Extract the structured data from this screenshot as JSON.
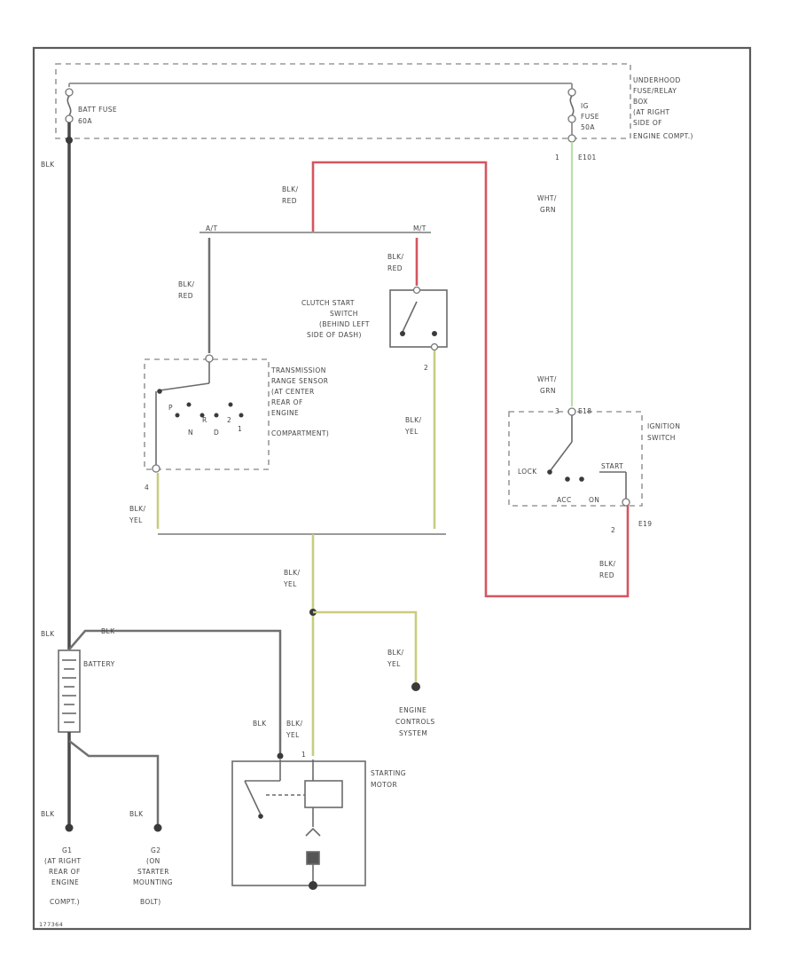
{
  "labels": {
    "batt_fuse": "BATT FUSE",
    "batt_fuse_amp": "60A",
    "underhood_box": [
      "UNDERHOOD",
      "FUSE/RELAY",
      "BOX",
      "(AT RIGHT",
      "SIDE OF",
      "ENGINE COMPT.)"
    ],
    "ig_fuse": [
      "IG",
      "FUSE",
      "50A"
    ],
    "conn_e101": "E101",
    "pin_e101": "1",
    "blk_left": "BLK",
    "blk_red_top": [
      "BLK/",
      "RED"
    ],
    "at": "A/T",
    "mt": "M/T",
    "blk_red_at": [
      "BLK/",
      "RED"
    ],
    "blk_red_mt": [
      "BLK/",
      "RED"
    ],
    "clutch_switch": [
      "CLUTCH START",
      "SWITCH",
      "(BEHIND LEFT",
      "SIDE OF DASH)"
    ],
    "clutch_pin": "2",
    "trans_sensor": [
      "TRANSMISSION",
      "RANGE SENSOR",
      "(AT CENTER",
      "REAR OF",
      "ENGINE",
      "COMPARTMENT)"
    ],
    "trans_pos": [
      "P",
      "N",
      "D",
      "2",
      "1",
      "R"
    ],
    "trans_pin": "4",
    "blk_yel_left": [
      "BLK/",
      "YEL"
    ],
    "blk_yel_mid": [
      "BLK/",
      "YEL"
    ],
    "wht_grn_top": [
      "WHT/",
      "GRN"
    ],
    "wht_grn_lower": [
      "WHT/",
      "GRN"
    ],
    "ignition_switch": [
      "IGNITION",
      "SWITCH"
    ],
    "conn_e18": "E18",
    "ign_pin_top": "3",
    "ign_lock": "LOCK",
    "ign_start": "START",
    "ign_acc": "ACC",
    "ign_on": "ON",
    "conn_e19": "E19",
    "ign_pin_bottom": "2",
    "blk_red_ign": [
      "BLK/",
      "RED"
    ],
    "blk_yel_center": [
      "BLK/",
      "YEL"
    ],
    "blk_batt": "BLK",
    "blk_batt_top": "BLK",
    "battery": "BATTERY",
    "blk_yel_ecs": [
      "BLK/",
      "YEL"
    ],
    "engine_controls": [
      "ENGINE",
      "CONTROLS",
      "SYSTEM"
    ],
    "blk_starter": "BLK",
    "blk_yel_starter": [
      "BLK/",
      "YEL"
    ],
    "starting_motor": [
      "STARTING",
      "MOTOR"
    ],
    "starter_pin": "1",
    "blk_g1": "BLK",
    "blk_g2": "BLK",
    "g1": [
      "G1",
      "(AT RIGHT",
      "REAR OF",
      "ENGINE",
      "COMPT.)"
    ],
    "g2": [
      "G2",
      "(ON",
      "STARTER",
      "MOUNTING",
      "BOLT)"
    ],
    "footer_code": "177364"
  }
}
